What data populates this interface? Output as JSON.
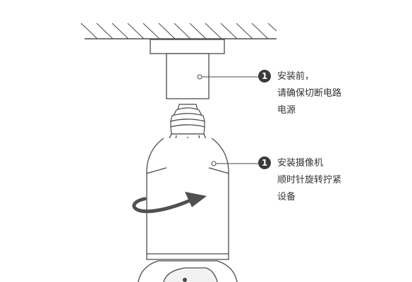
{
  "steps": [
    {
      "number": "1",
      "lines": [
        "安装前，",
        "请确保切断电路",
        "电源"
      ]
    },
    {
      "number": "1",
      "lines": [
        "安装摄像机",
        "顺时针旋转拧紧",
        "设备"
      ]
    }
  ],
  "colors": {
    "line": "#4a4a4a",
    "badge": "#3a3a3a",
    "text": "#333333",
    "arrow": "#505050"
  }
}
